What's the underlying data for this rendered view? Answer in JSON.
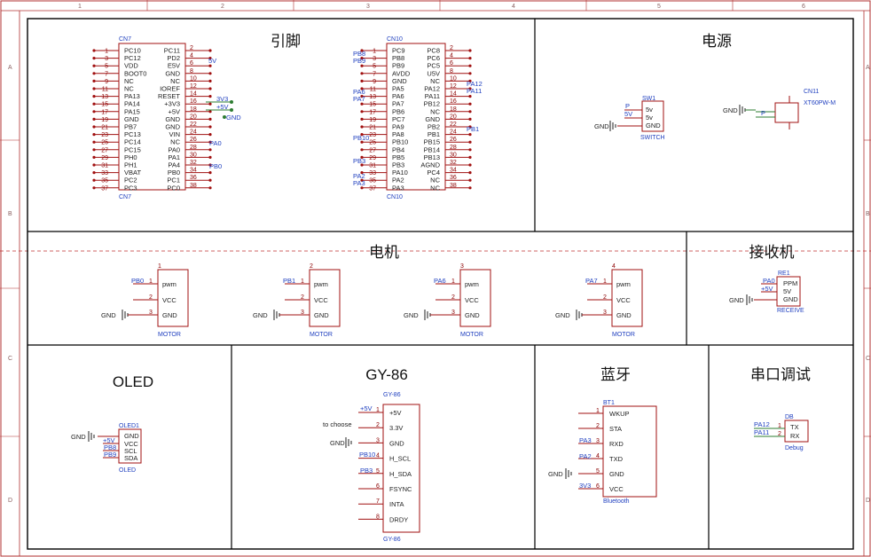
{
  "ruler": {
    "cols": [
      "1",
      "2",
      "3",
      "4",
      "5",
      "6"
    ],
    "rows": [
      "A",
      "B",
      "C",
      "D"
    ]
  },
  "sections": {
    "pins": "引脚",
    "power": "电源",
    "motor": "电机",
    "receiver": "接收机",
    "oled": "OLED",
    "gy86": "GY-86",
    "bluetooth": "蓝牙",
    "serial": "串口调试"
  },
  "cn7": {
    "ref": "CN7",
    "left_pins": [
      {
        "n": "1",
        "name": "PC10"
      },
      {
        "n": "3",
        "name": "PC12"
      },
      {
        "n": "5",
        "name": "VDD"
      },
      {
        "n": "7",
        "name": "BOOT0"
      },
      {
        "n": "9",
        "name": "NC"
      },
      {
        "n": "11",
        "name": "NC"
      },
      {
        "n": "13",
        "name": "PA13"
      },
      {
        "n": "15",
        "name": "PA14"
      },
      {
        "n": "17",
        "name": "PA15"
      },
      {
        "n": "19",
        "name": "GND"
      },
      {
        "n": "21",
        "name": "PB7"
      },
      {
        "n": "23",
        "name": "PC13"
      },
      {
        "n": "25",
        "name": "PC14"
      },
      {
        "n": "27",
        "name": "PC15"
      },
      {
        "n": "29",
        "name": "PH0"
      },
      {
        "n": "31",
        "name": "PH1"
      },
      {
        "n": "33",
        "name": "VBAT"
      },
      {
        "n": "35",
        "name": "PC2"
      },
      {
        "n": "37",
        "name": "PC3"
      }
    ],
    "right_pins": [
      {
        "n": "2",
        "name": "PC11"
      },
      {
        "n": "4",
        "name": "PD2"
      },
      {
        "n": "6",
        "name": "E5V"
      },
      {
        "n": "8",
        "name": "GND"
      },
      {
        "n": "10",
        "name": "NC"
      },
      {
        "n": "12",
        "name": "IOREF"
      },
      {
        "n": "14",
        "name": "RESET"
      },
      {
        "n": "16",
        "name": "+3V3"
      },
      {
        "n": "18",
        "name": "+5V"
      },
      {
        "n": "20",
        "name": "GND"
      },
      {
        "n": "22",
        "name": "GND"
      },
      {
        "n": "24",
        "name": "VIN"
      },
      {
        "n": "26",
        "name": "NC"
      },
      {
        "n": "28",
        "name": "PA0"
      },
      {
        "n": "30",
        "name": "PA1"
      },
      {
        "n": "32",
        "name": "PA4"
      },
      {
        "n": "34",
        "name": "PB0"
      },
      {
        "n": "36",
        "name": "PC1"
      },
      {
        "n": "38",
        "name": "PC0"
      }
    ],
    "nets": {
      "e5v": "5V",
      "v33": "3V3",
      "v5": "+5V",
      "gnd": "GND",
      "pa0": "PA0",
      "pb0": "PB0"
    }
  },
  "cn10": {
    "ref": "CN10",
    "left_pins": [
      {
        "n": "1",
        "name": "PC9"
      },
      {
        "n": "3",
        "name": "PB8"
      },
      {
        "n": "5",
        "name": "PB9"
      },
      {
        "n": "7",
        "name": "AVDD"
      },
      {
        "n": "9",
        "name": "GND"
      },
      {
        "n": "11",
        "name": "PA5"
      },
      {
        "n": "13",
        "name": "PA6"
      },
      {
        "n": "15",
        "name": "PA7"
      },
      {
        "n": "17",
        "name": "PB6"
      },
      {
        "n": "19",
        "name": "PC7"
      },
      {
        "n": "21",
        "name": "PA9"
      },
      {
        "n": "23",
        "name": "PA8"
      },
      {
        "n": "25",
        "name": "PB10"
      },
      {
        "n": "27",
        "name": "PB4"
      },
      {
        "n": "29",
        "name": "PB5"
      },
      {
        "n": "31",
        "name": "PB3"
      },
      {
        "n": "33",
        "name": "PA10"
      },
      {
        "n": "35",
        "name": "PA2"
      },
      {
        "n": "37",
        "name": "PA3"
      }
    ],
    "right_pins": [
      {
        "n": "2",
        "name": "PC8"
      },
      {
        "n": "4",
        "name": "PC6"
      },
      {
        "n": "6",
        "name": "PC5"
      },
      {
        "n": "8",
        "name": "U5V"
      },
      {
        "n": "10",
        "name": "NC"
      },
      {
        "n": "12",
        "name": "PA12"
      },
      {
        "n": "14",
        "name": "PA11"
      },
      {
        "n": "16",
        "name": "PB12"
      },
      {
        "n": "18",
        "name": "NC"
      },
      {
        "n": "20",
        "name": "GND"
      },
      {
        "n": "22",
        "name": "PB2"
      },
      {
        "n": "24",
        "name": "PB1"
      },
      {
        "n": "26",
        "name": "PB15"
      },
      {
        "n": "28",
        "name": "PB14"
      },
      {
        "n": "30",
        "name": "PB13"
      },
      {
        "n": "32",
        "name": "AGND"
      },
      {
        "n": "34",
        "name": "PC4"
      },
      {
        "n": "36",
        "name": "NC"
      },
      {
        "n": "38",
        "name": "NC"
      }
    ],
    "nets_left": {
      "pb8": "PB8",
      "pb9": "PB9",
      "pa6": "PA6",
      "pa7": "PA7",
      "pb10": "PB10",
      "pb3": "PB3",
      "pa2": "PA2",
      "pa3": "PA3"
    },
    "nets_right": {
      "pa12": "PA12",
      "pa11": "PA11",
      "pb1": "PB1"
    }
  },
  "switch": {
    "ref": "SW1",
    "name": "SWITCH",
    "pins": [
      "5v",
      "5v",
      "GND"
    ],
    "net_p": "P",
    "net_5v": "5V",
    "gnd": "GND"
  },
  "connector": {
    "ref": "CN11",
    "name": "XT60PW-M",
    "gnd": "GND",
    "net_p": "P"
  },
  "motors": [
    {
      "ref": "1",
      "net": "PB0",
      "name": "MOTOR",
      "pins": [
        "pwm",
        "VCC",
        "GND"
      ],
      "pnums": [
        "1",
        "2",
        "3"
      ],
      "gnd": "GND"
    },
    {
      "ref": "2",
      "net": "PB1",
      "name": "MOTOR",
      "pins": [
        "pwm",
        "VCC",
        "GND"
      ],
      "pnums": [
        "1",
        "2",
        "3"
      ],
      "gnd": "GND"
    },
    {
      "ref": "3",
      "net": "PA6",
      "name": "MOTOR",
      "pins": [
        "pwm",
        "VCC",
        "GND"
      ],
      "pnums": [
        "1",
        "2",
        "3"
      ],
      "gnd": "GND"
    },
    {
      "ref": "4",
      "net": "PA7",
      "name": "MOTOR",
      "pins": [
        "pwm",
        "VCC",
        "GND"
      ],
      "pnums": [
        "1",
        "2",
        "3"
      ],
      "gnd": "GND"
    }
  ],
  "receiver": {
    "ref": "RE1",
    "name": "RECEIVE",
    "pins": [
      "PPM",
      "5V",
      "GND"
    ],
    "nets": [
      "PA0",
      "+5V"
    ],
    "gnd": "GND"
  },
  "oled": {
    "ref": "OLED1",
    "name": "OLED",
    "pins": [
      "GND",
      "VCC",
      "SCL",
      "SDA"
    ],
    "nets": [
      "+5V",
      "PB8",
      "PB9"
    ],
    "gnd": "GND"
  },
  "gy86": {
    "ref": "GY-86",
    "name": "GY-86",
    "pins": [
      "+5V",
      "3.3V",
      "GND",
      "H_SCL",
      "H_SDA",
      "FSYNC",
      "INTA",
      "DRDY"
    ],
    "pnums": [
      "1",
      "2",
      "3",
      "4",
      "5",
      "6",
      "7",
      "8"
    ],
    "nets": {
      "v5": "+5V",
      "choose": "to choose",
      "gnd": "GND",
      "scl": "PB10",
      "sda": "PB3"
    }
  },
  "bt": {
    "ref": "BT1",
    "name": "Bluetooth",
    "pins": [
      "WKUP",
      "STA",
      "RXD",
      "TXD",
      "GND",
      "VCC"
    ],
    "pnums": [
      "1",
      "2",
      "3",
      "4",
      "5",
      "6"
    ],
    "nets": {
      "rxd": "PA3",
      "txd": "PA2",
      "gnd": "GND",
      "vcc": "3V3"
    }
  },
  "debug": {
    "ref": "DB",
    "name": "Debug",
    "pins": [
      "TX",
      "RX"
    ],
    "pnums": [
      "1",
      "2"
    ],
    "nets": [
      "PA12",
      "PA11"
    ]
  },
  "colors": {
    "part": "#a01010",
    "net": "#1f3fbf",
    "wire": "#2e7d32",
    "border": "#000000",
    "frame": "#b03030"
  }
}
